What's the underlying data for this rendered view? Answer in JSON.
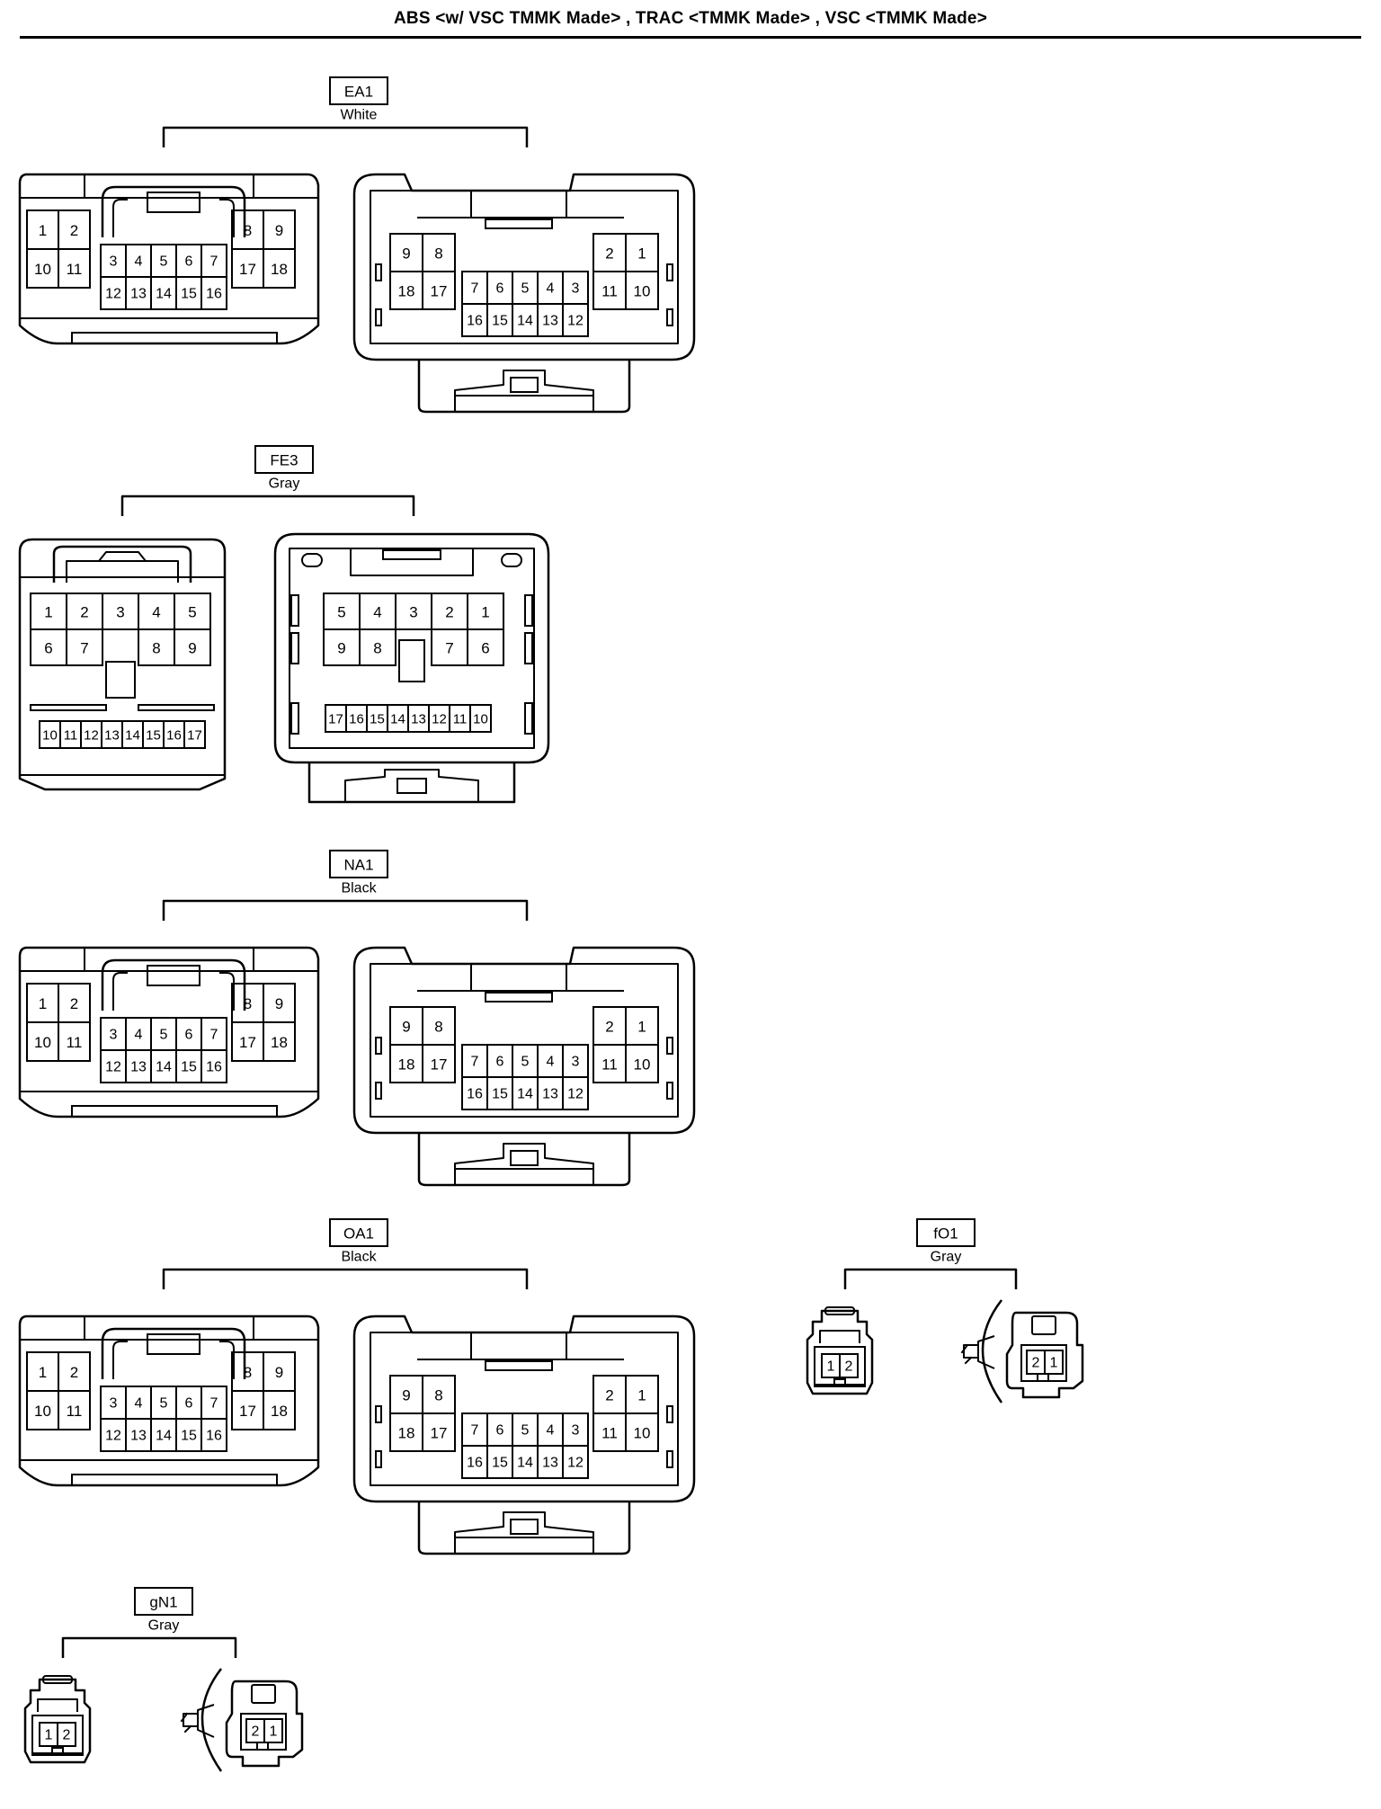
{
  "title": "ABS <w/ VSC TMMK Made> , TRAC <TMMK Made> , VSC <TMMK Made>",
  "connectors": [
    {
      "id": "EA1",
      "color": "White",
      "kind": "pair18",
      "male": {
        "left": [
          [
            "1",
            "2"
          ],
          [
            "10",
            "11"
          ]
        ],
        "center_top": [
          "3",
          "4",
          "5",
          "6",
          "7"
        ],
        "center_bottom": [
          "12",
          "13",
          "14",
          "15",
          "16"
        ],
        "right": [
          [
            "8",
            "9"
          ],
          [
            "17",
            "18"
          ]
        ]
      },
      "female": {
        "left": [
          [
            "9",
            "8"
          ],
          [
            "18",
            "17"
          ]
        ],
        "center_top": [
          "7",
          "6",
          "5",
          "4",
          "3"
        ],
        "center_bottom": [
          "16",
          "15",
          "14",
          "13",
          "12"
        ],
        "right": [
          [
            "2",
            "1"
          ],
          [
            "11",
            "10"
          ]
        ]
      }
    },
    {
      "id": "FE3",
      "color": "Gray",
      "kind": "pair17",
      "male": {
        "row1": [
          "1",
          "2",
          "3",
          "4",
          "5"
        ],
        "row2": [
          "6",
          "7",
          "",
          "8",
          "9"
        ],
        "row3": [
          "10",
          "11",
          "12",
          "13",
          "14",
          "15",
          "16",
          "17"
        ]
      },
      "female": {
        "row1": [
          "5",
          "4",
          "3",
          "2",
          "1"
        ],
        "row2": [
          "9",
          "8",
          "",
          "7",
          "6"
        ],
        "row3": [
          "17",
          "16",
          "15",
          "14",
          "13",
          "12",
          "11",
          "10"
        ]
      }
    },
    {
      "id": "NA1",
      "color": "Black",
      "kind": "pair18",
      "male": {
        "left": [
          [
            "1",
            "2"
          ],
          [
            "10",
            "11"
          ]
        ],
        "center_top": [
          "3",
          "4",
          "5",
          "6",
          "7"
        ],
        "center_bottom": [
          "12",
          "13",
          "14",
          "15",
          "16"
        ],
        "right": [
          [
            "8",
            "9"
          ],
          [
            "17",
            "18"
          ]
        ]
      },
      "female": {
        "left": [
          [
            "9",
            "8"
          ],
          [
            "18",
            "17"
          ]
        ],
        "center_top": [
          "7",
          "6",
          "5",
          "4",
          "3"
        ],
        "center_bottom": [
          "16",
          "15",
          "14",
          "13",
          "12"
        ],
        "right": [
          [
            "2",
            "1"
          ],
          [
            "11",
            "10"
          ]
        ]
      }
    },
    {
      "id": "OA1",
      "color": "Black",
      "kind": "pair18",
      "male": {
        "left": [
          [
            "1",
            "2"
          ],
          [
            "10",
            "11"
          ]
        ],
        "center_top": [
          "3",
          "4",
          "5",
          "6",
          "7"
        ],
        "center_bottom": [
          "12",
          "13",
          "14",
          "15",
          "16"
        ],
        "right": [
          [
            "8",
            "9"
          ],
          [
            "17",
            "18"
          ]
        ]
      },
      "female": {
        "left": [
          [
            "9",
            "8"
          ],
          [
            "18",
            "17"
          ]
        ],
        "center_top": [
          "7",
          "6",
          "5",
          "4",
          "3"
        ],
        "center_bottom": [
          "16",
          "15",
          "14",
          "13",
          "12"
        ],
        "right": [
          [
            "2",
            "1"
          ],
          [
            "11",
            "10"
          ]
        ]
      }
    },
    {
      "id": "fO1",
      "color": "Gray",
      "kind": "pair2",
      "male": [
        "1",
        "2"
      ],
      "female": [
        "2",
        "1"
      ]
    },
    {
      "id": "gN1",
      "color": "Gray",
      "kind": "pair2",
      "male": [
        "1",
        "2"
      ],
      "female": [
        "2",
        "1"
      ]
    }
  ]
}
